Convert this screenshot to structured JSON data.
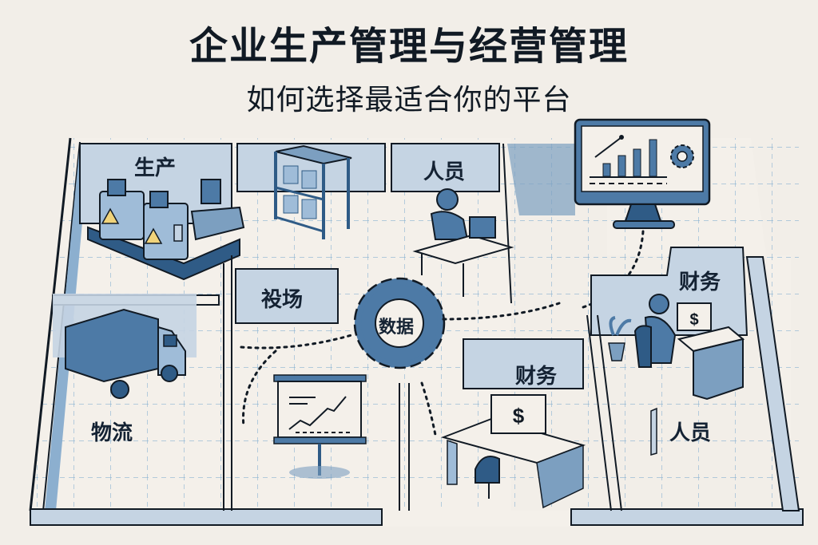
{
  "header": {
    "title": "企业生产管理与经营管理",
    "subtitle": "如何选择最适合你的平台"
  },
  "zones": [
    {
      "id": "production",
      "label": "生产",
      "icon": "machine-icon"
    },
    {
      "id": "warehouse",
      "label": "",
      "icon": "shelf-icon"
    },
    {
      "id": "personnel-top",
      "label": "人员",
      "icon": "office-worker-icon"
    },
    {
      "id": "monitor",
      "label": "",
      "icon": "analytics-monitor-icon"
    },
    {
      "id": "market",
      "label": "祋场",
      "icon": "presentation-board-icon"
    },
    {
      "id": "data-hub",
      "label": "数据",
      "icon": "gear-icon"
    },
    {
      "id": "logistics",
      "label": "物流",
      "icon": "truck-icon"
    },
    {
      "id": "finance-center",
      "label": "财务",
      "icon": "finance-desk-icon"
    },
    {
      "id": "finance-right",
      "label": "财务",
      "icon": "finance-worker-icon"
    },
    {
      "id": "personnel-bottom",
      "label": "人员",
      "icon": ""
    }
  ],
  "colors": {
    "background": "#f2eee8",
    "wall_fill": "#c5d4e3",
    "wall_dark": "#7c9fc0",
    "accent": "#4d7aa6",
    "accent_dark": "#2f5b86",
    "outline": "#111a24",
    "grid": "#6fa3cc"
  },
  "icons": {
    "monitor_symbol": "$"
  }
}
